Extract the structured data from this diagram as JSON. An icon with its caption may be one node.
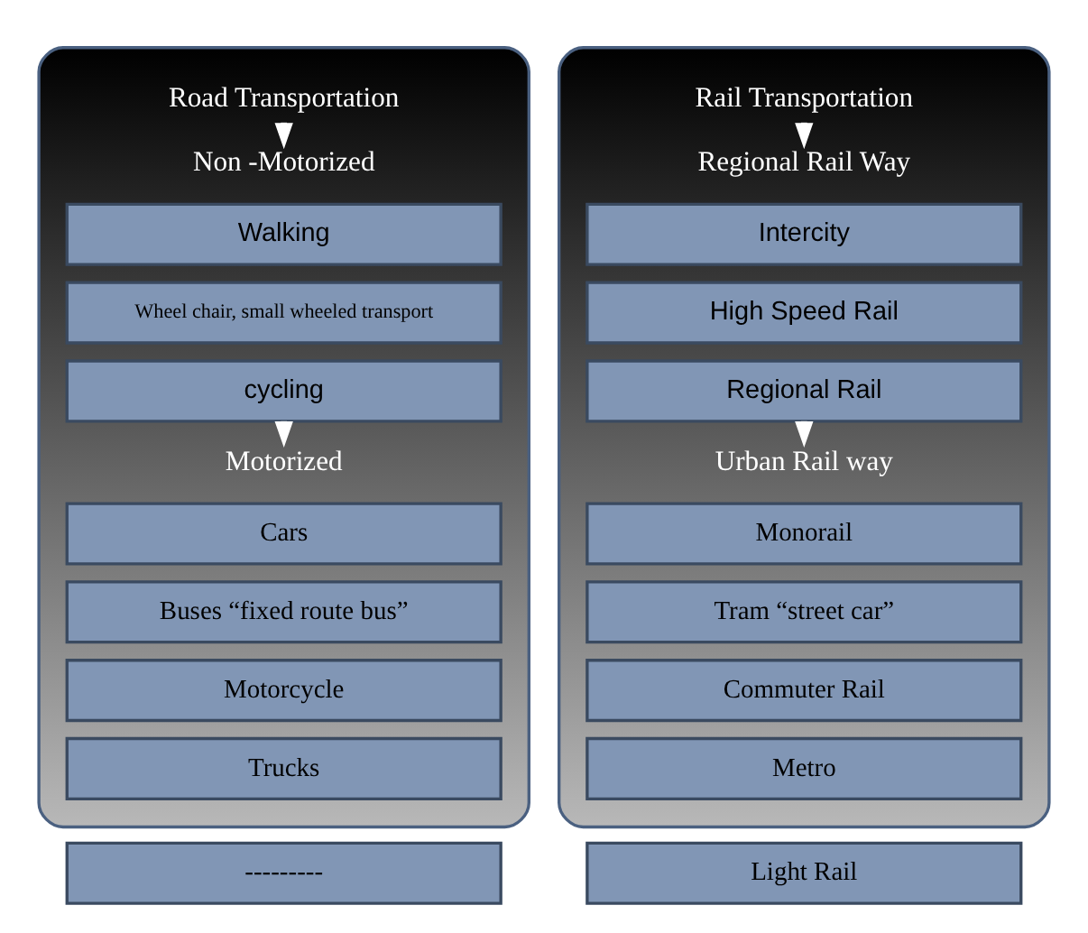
{
  "diagram": {
    "nodes": [
      {
        "text": [],
        "shape": "box"
      },
      {
        "text": [
          "Road Transportation"
        ],
        "in": 0
      },
      {
        "text": [
          "Non -Motorized"
        ],
        "in": 0
      },
      {
        "text": [
          "Walking"
        ],
        "in": 0
      },
      {
        "text": [
          "Wheel chair, small wheeled transport"
        ],
        "in": 0
      },
      {
        "text": [
          "cycling"
        ],
        "in": 0
      },
      {
        "text": [
          "Motorized"
        ],
        "in": 0
      },
      {
        "text": [
          "Cars"
        ],
        "in": 0
      },
      {
        "text": [
          "Buses “fixed route bus”"
        ],
        "in": 0
      },
      {
        "text": [
          "Motorcycle"
        ],
        "in": 0
      },
      {
        "text": [
          "Trucks"
        ],
        "in": 0
      },
      {
        "text": [
          "---------"
        ]
      },
      {
        "text": [],
        "shape": "box"
      },
      {
        "text": [
          "Rail Transportation"
        ],
        "in": 12
      },
      {
        "text": [
          "Regional Rail Way"
        ],
        "in": 12
      },
      {
        "text": [
          "Intercity"
        ],
        "in": 12
      },
      {
        "text": [
          "High Speed Rail"
        ],
        "in": 12
      },
      {
        "text": [
          "Regional Rail"
        ],
        "in": 12
      },
      {
        "text": [
          "Urban Rail way"
        ],
        "in": 12
      },
      {
        "text": [
          "Monorail"
        ],
        "in": 12
      },
      {
        "text": [
          "Tram “street car”"
        ],
        "in": 12
      },
      {
        "text": [
          "Commuter Rail"
        ],
        "in": 12
      },
      {
        "text": [
          "Metro"
        ],
        "in": 12
      },
      {
        "text": [
          "Light Rail"
        ]
      }
    ],
    "edges": [
      {
        "from": 1,
        "to": 2,
        "arrow": "to"
      },
      {
        "from": 5,
        "to": 6,
        "arrow": "to"
      },
      {
        "from": 13,
        "to": 14,
        "arrow": "to"
      },
      {
        "from": 17,
        "to": 18,
        "arrow": "to"
      }
    ]
  }
}
